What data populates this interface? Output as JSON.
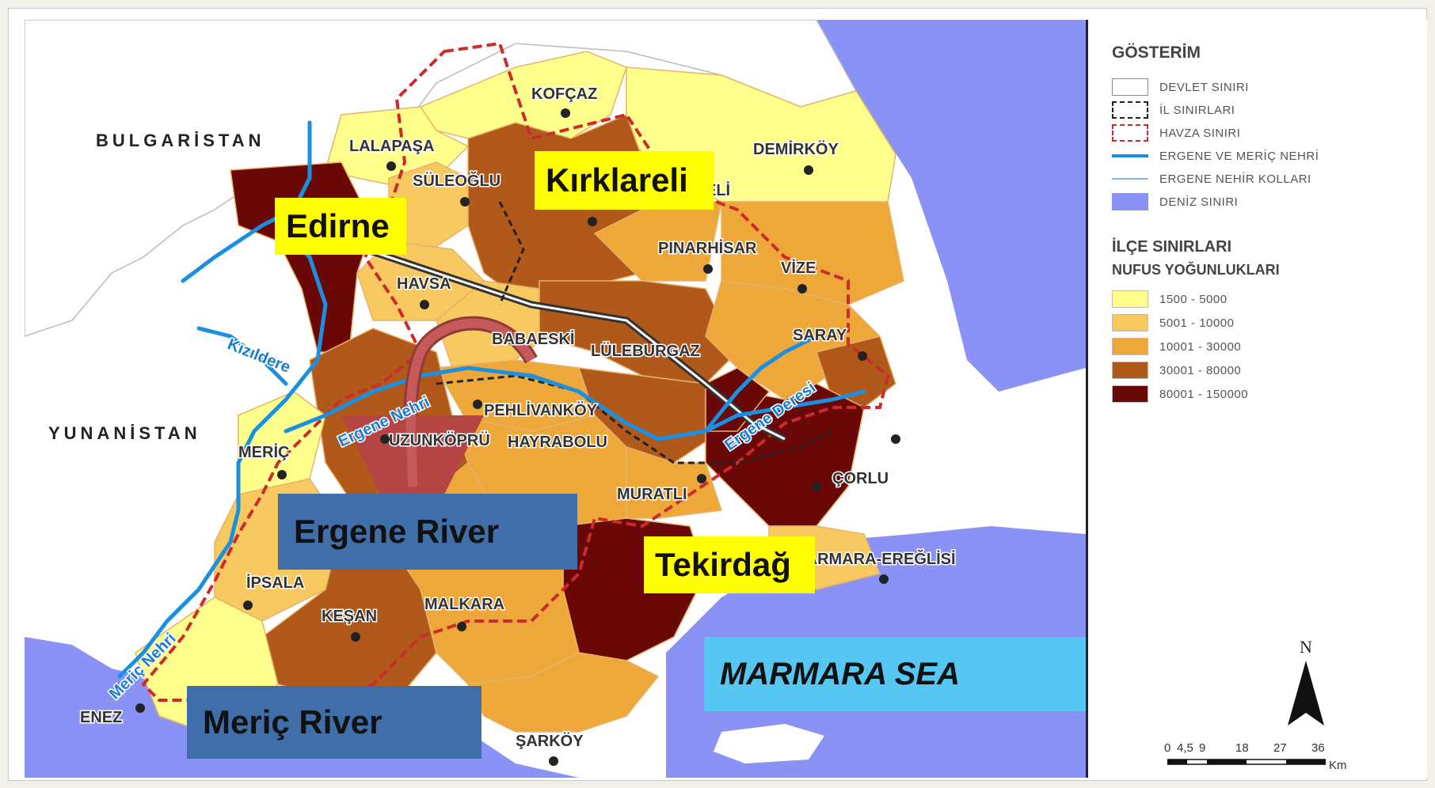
{
  "map": {
    "countries": {
      "bulgaria": "BULGARİSTAN",
      "greece": "YUNANİSTAN"
    },
    "districts": {
      "kofcaz": "KOFÇAZ",
      "lalapasa": "LALAPAŞA",
      "demirkoy": "DEMİRKÖY",
      "suleoglu": "SÜLEOĞLU",
      "kirklareli_partial": "ELİ",
      "pinarhisar": "PINARHİSAR",
      "vize": "VİZE",
      "havsa": "HAVSA",
      "babaeski": "BABAESKİ",
      "luleburgaz": "LÜLEBURGAZ",
      "saray": "SARAY",
      "pehlivankoy": "PEHLİVANKÖY",
      "uzunkopru": "UZUNKÖPRÜ",
      "hayrabolu": "HAYRABOLU",
      "meric": "MERİÇ",
      "corlu": "ÇORLU",
      "muratli": "MURATLI",
      "marmaraereglisi": "MARMARA-EREĞLİSİ",
      "ipsala": "İPSALA",
      "malkara": "MALKARA",
      "kesan": "KEŞAN",
      "enez": "ENEZ",
      "sarkoy": "ŞARKÖY"
    },
    "rivers": {
      "kizildere": "Kızıldere",
      "ergene_nehri": "Ergene Nehri",
      "ergene_deresi": "Ergene Deresi",
      "meric_nehri": "Meriç Nehri"
    }
  },
  "callouts": {
    "edirne": "Edirne",
    "kirklareli": "Kırklareli",
    "tekirdag": "Tekirdağ",
    "ergene_river": "Ergene River",
    "meric_river": "Meriç River",
    "marmara_sea": "MARMARA SEA"
  },
  "legend": {
    "title": "GÖSTERİM",
    "lines": [
      {
        "label": "DEVLET SINIRI",
        "symbol": "state-border"
      },
      {
        "label": "İL SINIRLARI",
        "symbol": "province-border"
      },
      {
        "label": "HAVZA SINIRI",
        "symbol": "basin-border"
      },
      {
        "label": "ERGENE VE MERİÇ NEHRİ",
        "symbol": "main-river"
      },
      {
        "label": "ERGENE NEHİR KOLLARI",
        "symbol": "tributary"
      },
      {
        "label": "DENİZ SINIRI",
        "symbol": "sea"
      }
    ],
    "section_title_1": "İLÇE SINIRLARI",
    "section_title_2": "NUFUS YOĞUNLUKLARI",
    "density_classes": [
      {
        "label": "1500 - 5000",
        "color": "#ffff8c"
      },
      {
        "label": "5001 - 10000",
        "color": "#f8c960"
      },
      {
        "label": "10001 - 30000",
        "color": "#eea83a"
      },
      {
        "label": "30001 - 80000",
        "color": "#b0591b"
      },
      {
        "label": "80001 - 150000",
        "color": "#6a0808"
      }
    ],
    "north": "N",
    "scale": {
      "ticks": [
        "0",
        "4,5",
        "9",
        "18",
        "27",
        "36"
      ],
      "unit": "Km"
    }
  },
  "colors": {
    "sea": "#8a93f5",
    "land": "#ffffff",
    "river": "#1b8fe0",
    "basin_border": "#cc2b2b",
    "arrow": "#b54545"
  }
}
